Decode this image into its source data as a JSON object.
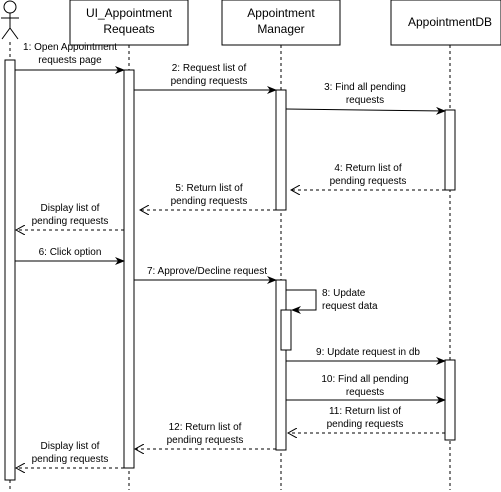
{
  "participants": {
    "actor": {
      "name": ""
    },
    "ui": {
      "line1": "UI_Appointment",
      "line2": "Requeats"
    },
    "manager": {
      "line1": "Appointment",
      "line2": "Manager"
    },
    "db": {
      "line1": "AppointmentDB"
    }
  },
  "messages": [
    {
      "id": "m1",
      "line1": "1: Open Appointment",
      "line2": "requests page",
      "style": "solid"
    },
    {
      "id": "m2",
      "line1": "2: Request list of",
      "line2": "pending requests",
      "style": "solid"
    },
    {
      "id": "m3",
      "line1": "3: Find all pending",
      "line2": "requests",
      "style": "solid"
    },
    {
      "id": "m4",
      "line1": "4: Return list of",
      "line2": "pending requests",
      "style": "dashed"
    },
    {
      "id": "m5",
      "line1": "5: Return list of",
      "line2": "pending requests",
      "style": "dashed"
    },
    {
      "id": "m5b",
      "line1": "Display list of",
      "line2": "pending requests",
      "style": "dashed"
    },
    {
      "id": "m6",
      "line1": "6: Click option",
      "style": "solid"
    },
    {
      "id": "m7",
      "line1": "7: Approve/Decline request",
      "style": "solid"
    },
    {
      "id": "m8",
      "line1": "8: Update",
      "line2": "request data",
      "style": "solid"
    },
    {
      "id": "m9",
      "line1": "9: Update request in db",
      "style": "solid"
    },
    {
      "id": "m10",
      "line1": "10: Find all pending",
      "line2": "requests",
      "style": "solid"
    },
    {
      "id": "m11",
      "line1": "11: Return list of",
      "line2": "pending requests",
      "style": "dashed"
    },
    {
      "id": "m12",
      "line1": "12: Return list of",
      "line2": "pending requests",
      "style": "dashed"
    },
    {
      "id": "m12b",
      "line1": "Display list of",
      "line2": "pending requests",
      "style": "dashed"
    }
  ]
}
